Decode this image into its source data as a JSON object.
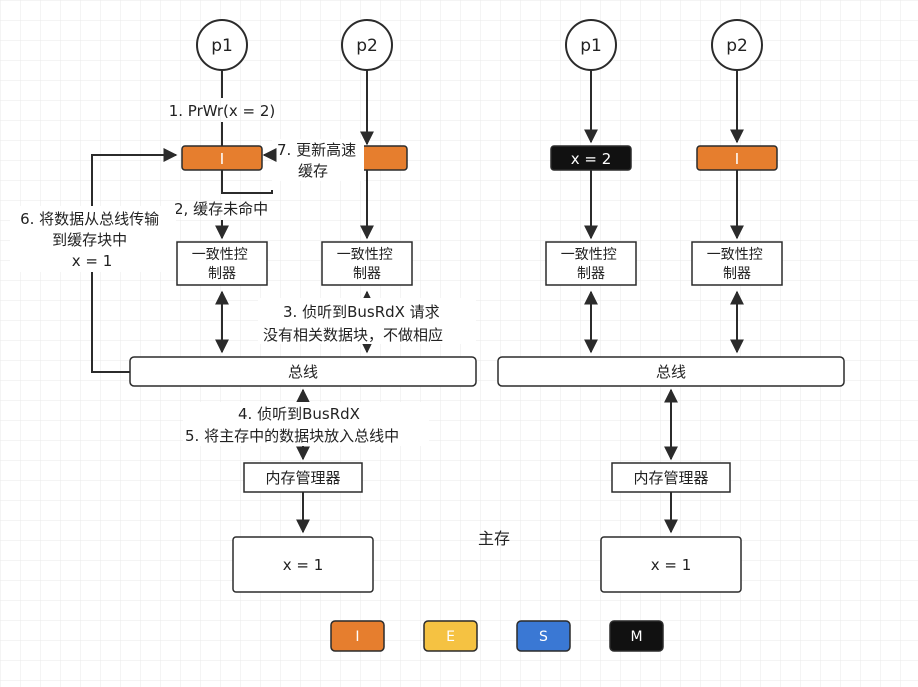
{
  "left": {
    "p1": "p1",
    "p2": "p2",
    "cache_p1": "I",
    "cache_p2": "",
    "controller": "一致性控\n制器",
    "bus": "总线",
    "memory_manager": "内存管理器",
    "memory_value": "x = 1",
    "step1": "1. PrWr(x = 2)",
    "step2": "2, 缓存未命中",
    "step3": "3. 侦听到BusRdX 请求\n没有相关数据块，不做相应",
    "step4_5": "4. 侦听到BusRdX\n5. 将主存中的数据块放入总线中",
    "step6": "6. 将数据从总线传输\n到缓存块中\nx = 1",
    "step7": "7. 更新高速\n缓存"
  },
  "right": {
    "p1": "p1",
    "p2": "p2",
    "cache_p1": "x = 2",
    "cache_p2": "I",
    "controller": "一致性控\n制器",
    "bus": "总线",
    "memory_manager": "内存管理器",
    "memory_value": "x = 1"
  },
  "main_memory_label": "主存",
  "legend": [
    {
      "label": "I",
      "color": "#e67e2e"
    },
    {
      "label": "E",
      "color": "#f5c242"
    },
    {
      "label": "S",
      "color": "#3a78d4"
    },
    {
      "label": "M",
      "color": "#111111"
    }
  ],
  "colors": {
    "invalid": "#e67e2e",
    "modified": "#111111"
  }
}
